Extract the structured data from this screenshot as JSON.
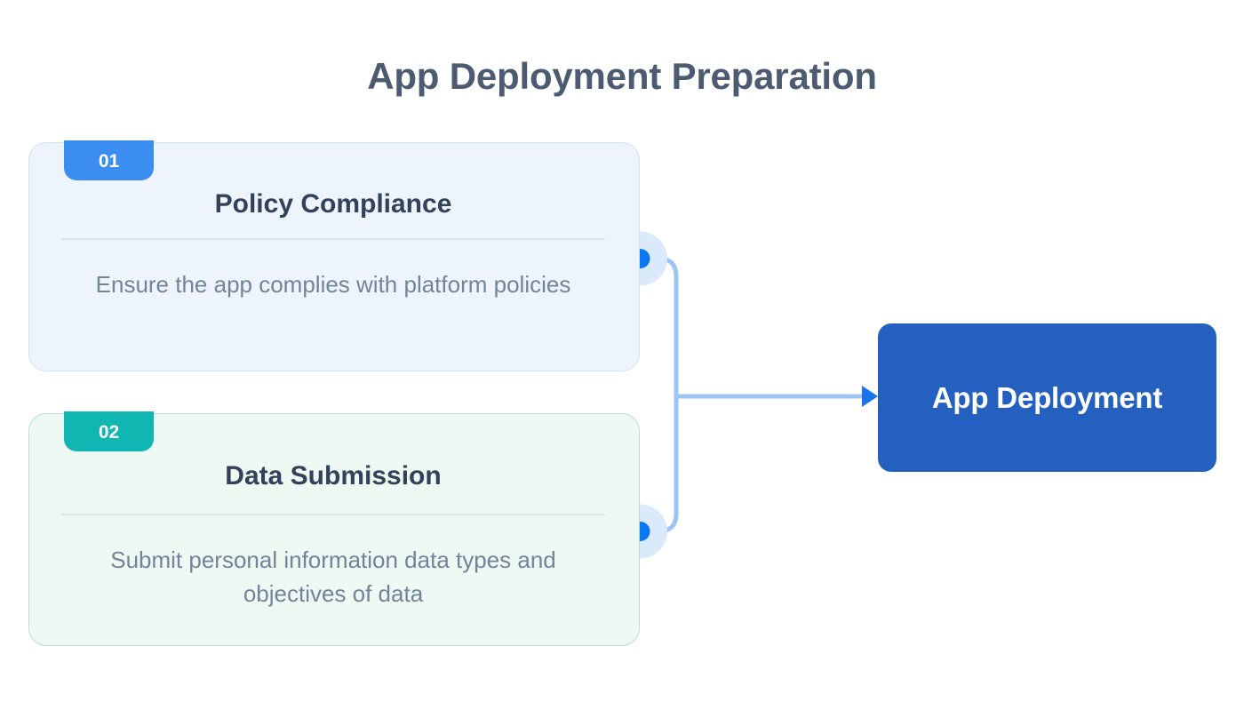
{
  "page": {
    "title": "App Deployment Preparation",
    "background": "#ffffff"
  },
  "colors": {
    "title_text": "#4c5b71",
    "heading_text": "#33415a",
    "body_text": "#73839b",
    "card1_fill": "#eef4fc",
    "card1_border": "#cde3f6",
    "card1_badge": "#3b8ef0",
    "card2_fill": "#edf9f2",
    "card2_border": "#bbdfd6",
    "card2_badge": "#10b6b2",
    "connector_line": "#9cc5f5",
    "node_dot": "#0a78f0",
    "node_halo": "#dbeafb",
    "target_fill": "#2360c0",
    "target_text": "#ffffff",
    "divider": "#dde3e9"
  },
  "steps": [
    {
      "number": "01",
      "heading": "Policy Compliance",
      "description": "Ensure the app complies with platform policies"
    },
    {
      "number": "02",
      "heading": "Data Submission",
      "description": "Submit personal information data types and objectives of data"
    }
  ],
  "target": {
    "label": "App Deployment"
  },
  "connectors": {
    "node_1_name": "connector-node-policy-compliance",
    "node_2_name": "connector-node-data-submission",
    "arrow_name": "arrow-to-app-deployment"
  }
}
